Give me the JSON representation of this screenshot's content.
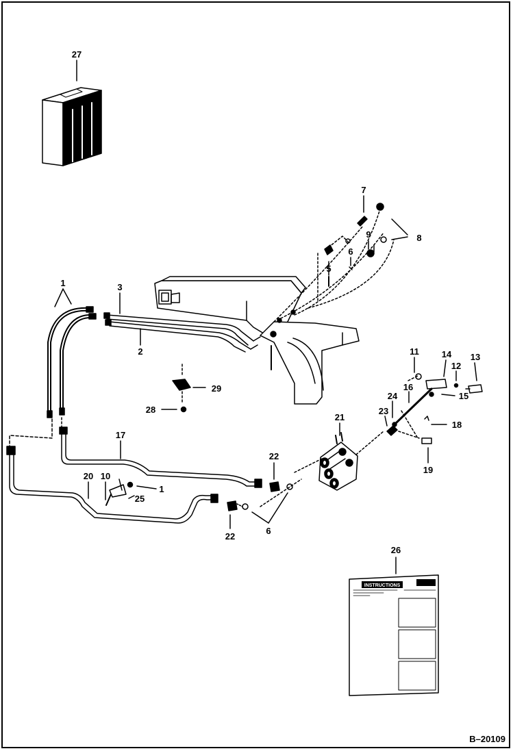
{
  "figure_id": "B–20109",
  "decal_title": "INSTRUCTIONS",
  "callouts": {
    "c27": "27",
    "c7": "7",
    "c8": "8",
    "c9": "9",
    "c6a": "6",
    "c5": "5",
    "c1a": "1",
    "c3": "3",
    "c2": "2",
    "c11": "11",
    "c14": "14",
    "c12": "12",
    "c13": "13",
    "c15": "15",
    "c16": "16",
    "c24": "24",
    "c23": "23",
    "c18": "18",
    "c19": "19",
    "c29": "29",
    "c28": "28",
    "c21": "21",
    "c17": "17",
    "c22a": "22",
    "c22b": "22",
    "c6b": "6",
    "c20": "20",
    "c10": "10",
    "c25": "25",
    "c1b": "1",
    "c26": "26"
  },
  "colors": {
    "ink": "#000000",
    "paper": "#ffffff"
  }
}
